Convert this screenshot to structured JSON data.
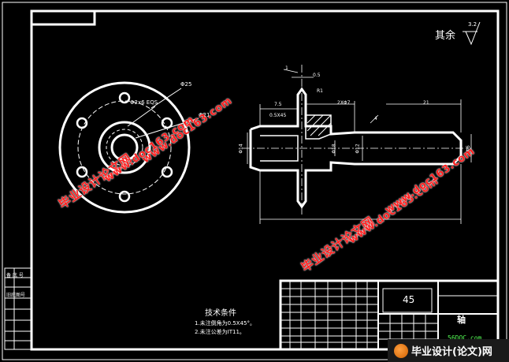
{
  "drawing": {
    "roughness_note": "其余",
    "roughness_value": "3.2",
    "tech_title": "技术条件",
    "tech_lines": [
      "1.未注倒角为0.5X45°。",
      "2.未注公差为IT11。"
    ],
    "material": "45",
    "part_name": "轴",
    "side_labels": [
      "备 底 号",
      "旧底图号"
    ],
    "left_view_labels": {
      "phi25": "Φ25",
      "phi2x6": "Φ2x6 EQS",
      "phi21": "Φ21"
    },
    "front_view_labels": {
      "d1": "1",
      "d05": "0.5",
      "d75": "7.5",
      "r1": "R1",
      "chamfer": "0.5X45",
      "spec": "2XΦ7",
      "d4": "4",
      "d21": "21",
      "dia_a": "Φ14",
      "dia_b": "Φ18",
      "dia_c": "Φ12",
      "dia_d": "Φ6"
    }
  },
  "watermarks": {
    "site_cn": "毕业设计论文网",
    "site_url": "www.doc163.com"
  },
  "logo": {
    "top": "56DOC.com",
    "text": "毕业设计(论文)网"
  }
}
